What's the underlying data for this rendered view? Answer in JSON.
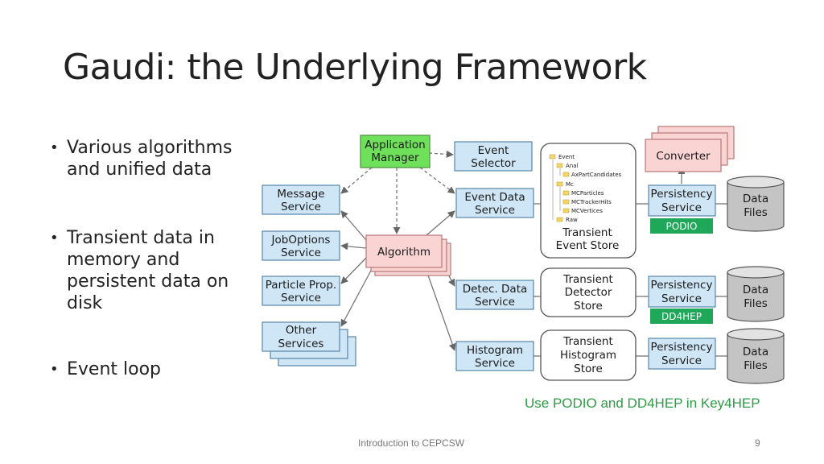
{
  "slide": {
    "title": "Gaudi: the Underlying Framework",
    "bullets": [
      [
        "Various algorithms",
        "and unified data"
      ],
      [
        "Transient data in",
        "memory and",
        "persistent data on",
        "disk"
      ],
      [
        "Event loop"
      ]
    ],
    "note": "Use PODIO and DD4HEP in Key4HEP",
    "footer": "Introduction to CEPCSW",
    "page_number": "9"
  },
  "diagram": {
    "application_manager": [
      "Application",
      "Manager"
    ],
    "event_selector": [
      "Event",
      "Selector"
    ],
    "message_service": [
      "Message",
      "Service"
    ],
    "joboptions_service": [
      "JobOptions",
      "Service"
    ],
    "particle_prop_service": [
      "Particle Prop.",
      "Service"
    ],
    "other_services": [
      "Other",
      "Services"
    ],
    "algorithm": "Algorithm",
    "event_data_service": [
      "Event Data",
      "Service"
    ],
    "detec_data_service": [
      "Detec. Data",
      "Service"
    ],
    "histogram_service": [
      "Histogram",
      "Service"
    ],
    "transient_event_store": [
      "Transient",
      "Event Store"
    ],
    "transient_detector_store": [
      "Transient",
      "Detector",
      "Store"
    ],
    "transient_histogram_store": [
      "Transient",
      "Histogram",
      "Store"
    ],
    "converter": "Converter",
    "persistency_service": [
      "Persistency",
      "Service"
    ],
    "data_files": [
      "Data",
      "Files"
    ],
    "badges": {
      "podio": "PODIO",
      "dd4hep": "DD4HEP"
    },
    "tree": [
      "Event",
      "Anal",
      "AxPartCandidates",
      "Mc",
      "MCParticles",
      "MCTrackerHits",
      "MCVertices",
      "Raw"
    ],
    "colors": {
      "service": "#cfe6f7",
      "algorithm": "#fad3d3",
      "appmgr": "#6ee05a",
      "badge": "#1fa85a",
      "note": "#2e9b45"
    }
  }
}
